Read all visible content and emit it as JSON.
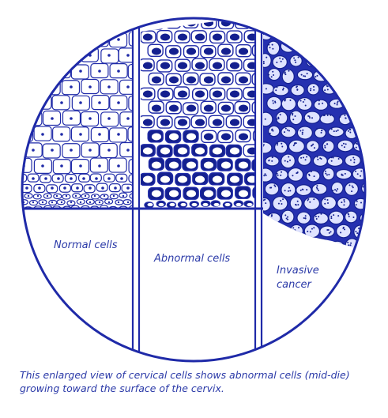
{
  "labels": {
    "normal": "Normal cells",
    "abnormal": "Abnormal cells",
    "invasive_line1": "Invasive",
    "invasive_line2": "cancer"
  },
  "caption": "This enlarged view of cervical cells shows abnormal cells (mid-die) growing toward the surface of the cervix.",
  "colors": {
    "ink": "#1f2aa8",
    "ink_dark": "#14208f",
    "fill_cell": "#ffffff",
    "background": "#ffffff"
  },
  "icons": {
    "cells": "cell-cluster-illustration"
  }
}
